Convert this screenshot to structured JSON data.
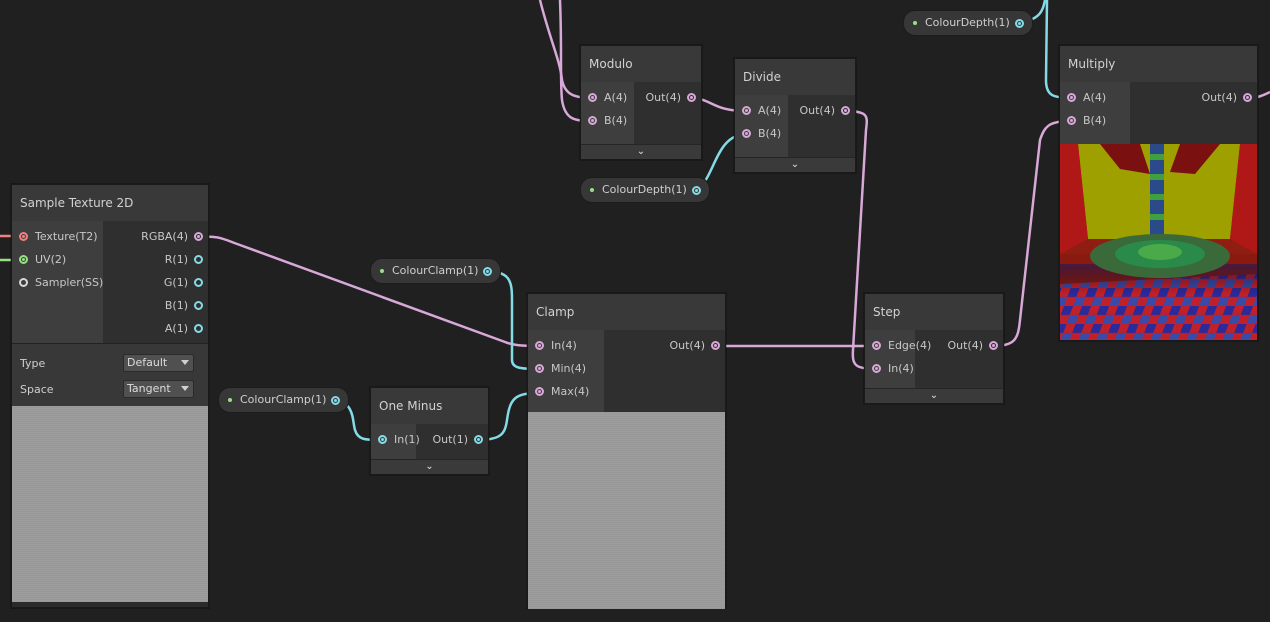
{
  "colors": {
    "background": "#202020",
    "vector4_wire": "#d8a8d8",
    "vector1_wire": "#84dbe6",
    "texture_port": "#f28080",
    "uv_port": "#98e086"
  },
  "nodes": {
    "sample_texture": {
      "title": "Sample Texture 2D",
      "inputs": [
        "Texture(T2)",
        "UV(2)",
        "Sampler(SS)"
      ],
      "outputs": [
        "RGBA(4)",
        "R(1)",
        "G(1)",
        "B(1)",
        "A(1)"
      ],
      "settings": {
        "type_label": "Type",
        "type_value": "Default",
        "space_label": "Space",
        "space_value": "Tangent"
      }
    },
    "modulo": {
      "title": "Modulo",
      "inputs": [
        "A(4)",
        "B(4)"
      ],
      "outputs": [
        "Out(4)"
      ]
    },
    "divide": {
      "title": "Divide",
      "inputs": [
        "A(4)",
        "B(4)"
      ],
      "outputs": [
        "Out(4)"
      ]
    },
    "multiply": {
      "title": "Multiply",
      "inputs": [
        "A(4)",
        "B(4)"
      ],
      "outputs": [
        "Out(4)"
      ]
    },
    "clamp": {
      "title": "Clamp",
      "inputs": [
        "In(4)",
        "Min(4)",
        "Max(4)"
      ],
      "outputs": [
        "Out(4)"
      ]
    },
    "one_minus": {
      "title": "One Minus",
      "inputs": [
        "In(1)"
      ],
      "outputs": [
        "Out(1)"
      ]
    },
    "step": {
      "title": "Step",
      "inputs": [
        "Edge(4)",
        "In(4)"
      ],
      "outputs": [
        "Out(4)"
      ]
    }
  },
  "properties": {
    "colour_depth_top": "ColourDepth(1)",
    "colour_depth_mid": "ColourDepth(1)",
    "colour_clamp_a": "ColourClamp(1)",
    "colour_clamp_b": "ColourClamp(1)"
  },
  "icons": {
    "expander": "chevron-down-icon",
    "dropdown": "caret-down-icon"
  }
}
